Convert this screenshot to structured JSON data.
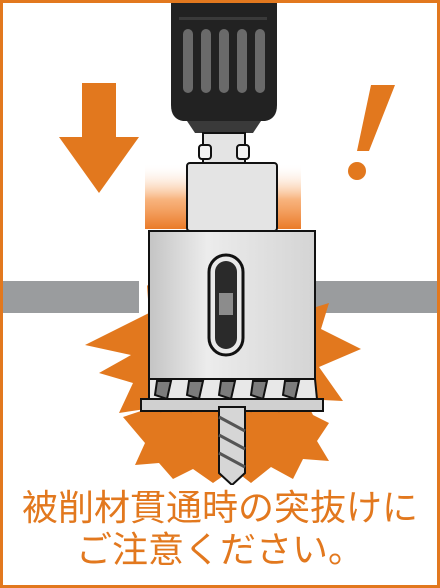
{
  "warning": {
    "line1": "被削材貫通時の突抜けに",
    "line2": "ご注意ください。"
  },
  "illustration": {
    "subject": "drill chuck with hole saw and pilot drill breaking through workpiece",
    "icons": [
      "down-arrow-icon",
      "exclamation-icon",
      "impact-burst-icon"
    ],
    "colors": {
      "accent": "#e2781e",
      "workpiece": "#9a9c9e",
      "chuck": "#222222",
      "metal": "#d8d8d8",
      "outline": "#111111"
    }
  }
}
